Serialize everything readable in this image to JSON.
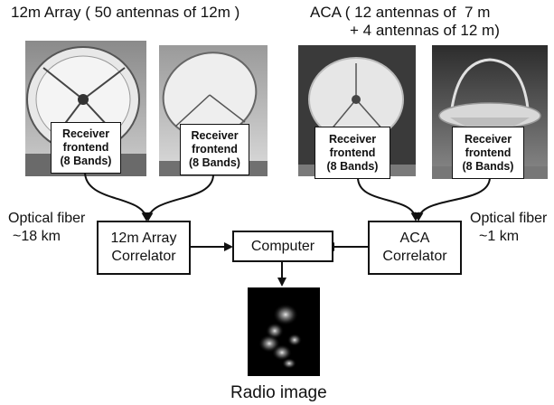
{
  "groups": {
    "twelve_m": "12m Array ( 50 antennas of 12m )",
    "aca_line1": "ACA ( 12 antennas of  7 m",
    "aca_line2": "+ 4 antennas of 12 m)"
  },
  "receivers": [
    {
      "line1": "Receiver",
      "line2": "frontend",
      "line3": "(8 Bands)"
    },
    {
      "line1": "Receiver",
      "line2": "frontend",
      "line3": "(8 Bands)"
    },
    {
      "line1": "Receiver",
      "line2": "frontend",
      "line3": "(8 Bands)"
    },
    {
      "line1": "Receiver",
      "line2": "frontend",
      "line3": "(8 Bands)"
    }
  ],
  "left_fiber": {
    "line1": "Optical fiber",
    "line2": "~18 km"
  },
  "right_fiber": {
    "line1": "Optical fiber",
    "line2": "~1 km"
  },
  "correlator_12m": {
    "line1": "12m Array",
    "line2": "Correlator"
  },
  "computer": "Computer",
  "correlator_aca": {
    "line1": "ACA",
    "line2": "Correlator"
  },
  "radio_image_label": "Radio image"
}
